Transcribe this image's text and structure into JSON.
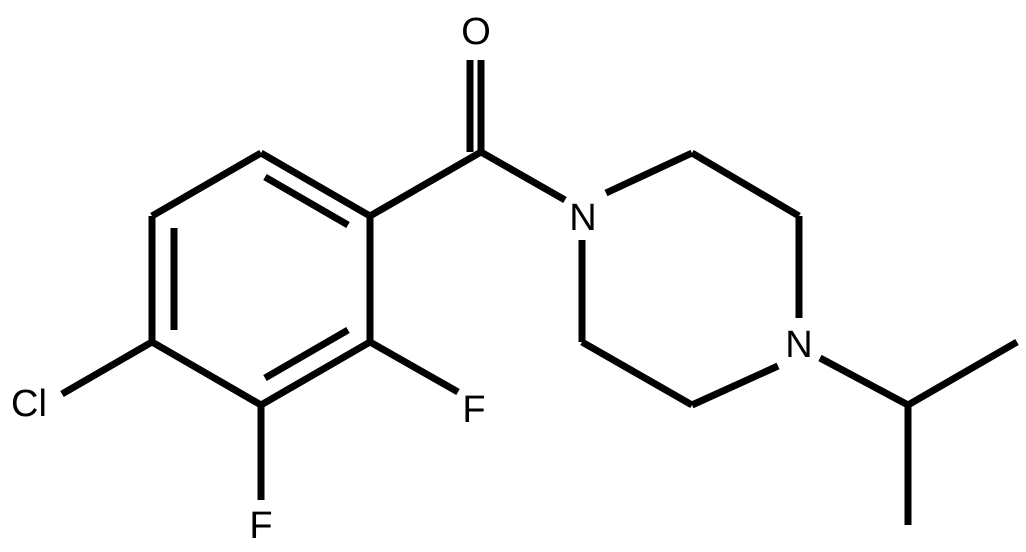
{
  "molecule": {
    "atoms": {
      "oxygen": "O",
      "nitrogen_amide": "N",
      "nitrogen_isopropyl": "N",
      "chlorine": "Cl",
      "fluorine_2": "F",
      "fluorine_3": "F"
    },
    "colors": {
      "bond": "#000000",
      "label": "#000000",
      "background": "#ffffff"
    }
  }
}
